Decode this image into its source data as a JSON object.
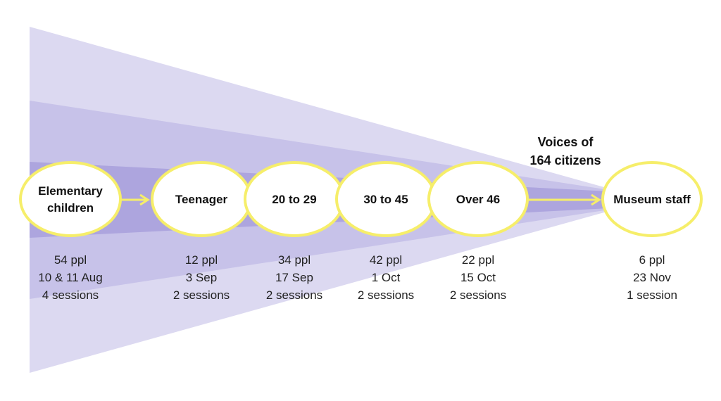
{
  "colors": {
    "funnel_outer": "#dcd9f1",
    "funnel_middle": "#c6c1e8",
    "funnel_inner": "#ac a3dd",
    "node_fill": "#ffffff",
    "node_stroke": "#f6ee6a",
    "arrow": "#f6ee6a"
  },
  "voices": {
    "line1": "Voices of",
    "line2": "164 citizens"
  },
  "groups": [
    {
      "label_lines": [
        "Elementary",
        "children"
      ],
      "people": "54 ppl",
      "date": "10 & 11 Aug",
      "sessions": "4 sessions"
    },
    {
      "label_lines": [
        "Teenager"
      ],
      "people": "12 ppl",
      "date": "3 Sep",
      "sessions": "2 sessions"
    },
    {
      "label_lines": [
        "20 to 29"
      ],
      "people": "34 ppl",
      "date": "17 Sep",
      "sessions": "2 sessions"
    },
    {
      "label_lines": [
        "30 to 45"
      ],
      "people": "42 ppl",
      "date": "1 Oct",
      "sessions": "2 sessions"
    },
    {
      "label_lines": [
        "Over 46"
      ],
      "people": "22 ppl",
      "date": "15 Oct",
      "sessions": "2 sessions"
    },
    {
      "label_lines": [
        "Museum staff"
      ],
      "people": "6 ppl",
      "date": "23 Nov",
      "sessions": "1 session"
    }
  ]
}
